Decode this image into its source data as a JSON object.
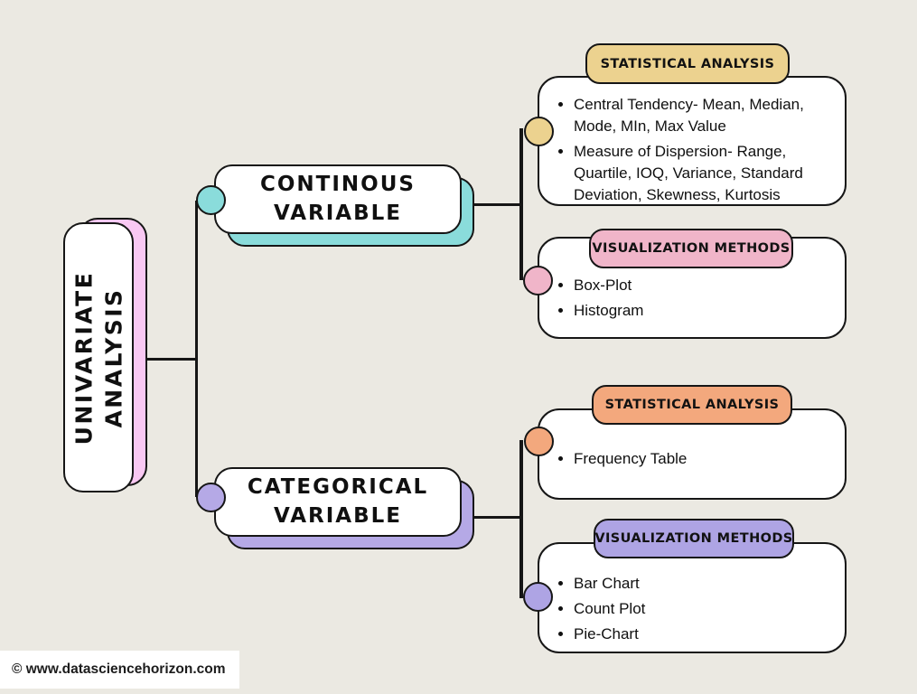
{
  "canvas": {
    "background": "#ebe9e2",
    "ink": "#161616"
  },
  "root": {
    "label_lines": [
      "UNIVARIATE",
      "ANALYSIS"
    ],
    "shadow_color": "#f9c8f3"
  },
  "branches": [
    {
      "label_lines": [
        "CONTINOUS",
        "VARIABLE"
      ],
      "accent_color": "#8adcdb",
      "children": [
        {
          "header": "STATISTICAL ANALYSIS",
          "header_color": "#ecd28f",
          "items": [
            "Central Tendency- Mean, Median, Mode, MIn, Max Value",
            "Measure of Dispersion- Range, Quartile, IOQ, Variance, Standard Deviation, Skewness, Kurtosis"
          ]
        },
        {
          "header": "VISUALIZATION METHODS",
          "header_color": "#f0b5c9",
          "items": [
            "Box-Plot",
            "Histogram"
          ]
        }
      ]
    },
    {
      "label_lines": [
        "CATEGORICAL",
        "VARIABLE"
      ],
      "accent_color": "#b5a9e6",
      "children": [
        {
          "header": "STATISTICAL ANALYSIS",
          "header_color": "#f3a87d",
          "items": [
            "Frequency Table"
          ]
        },
        {
          "header": "VISUALIZATION METHODS",
          "header_color": "#aea4e4",
          "items": [
            "Bar Chart",
            "Count Plot",
            "Pie-Chart"
          ]
        }
      ]
    }
  ],
  "footer": {
    "text": "© www.datasciencehorizon.com"
  }
}
